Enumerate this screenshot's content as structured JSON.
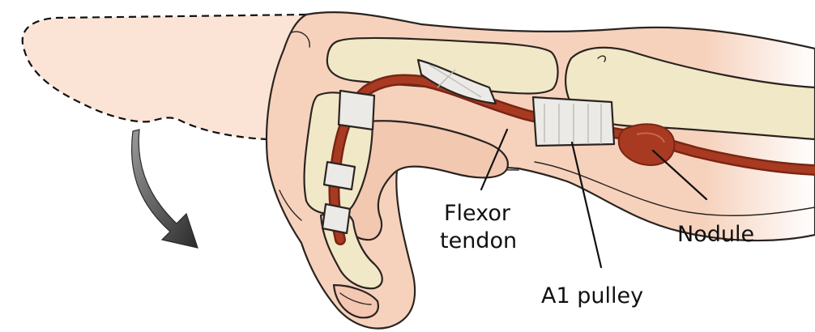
{
  "labels": {
    "flexor_line1": "Flexor",
    "flexor_line2": "tendon",
    "a1_pulley": "A1 pulley",
    "nodule": "Nodule"
  },
  "colors": {
    "skin": "#f6d2bd",
    "skin_shadow": "#e9b49a",
    "skin_outline_extended": "#fbe4d6",
    "bone": "#f1e8c8",
    "bone_shadow": "#dccfa7",
    "tendon": "#a83a22",
    "tendon_dark": "#7a2514",
    "pulley": "#ebeae6",
    "arrow": "#3a3a3a",
    "label_text": "#111111"
  },
  "icons": {
    "motion_arrow": "curved-arrow-down-right-icon"
  }
}
